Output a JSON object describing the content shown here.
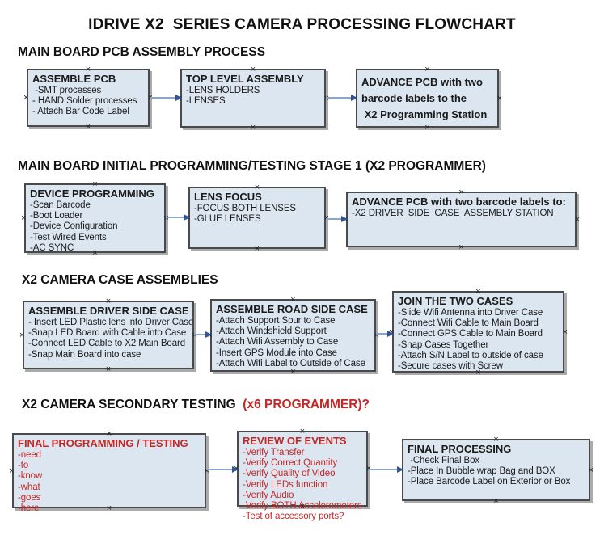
{
  "title": "IDRIVE X2  SERIES CAMERA PROCESSING FLOWCHART",
  "connector_mark": "×",
  "palette": {
    "box_fill": "#dce6f1",
    "box_border": "#4a4a4a",
    "box_shadow": "#ababab",
    "arrow_line": "#8ba6c9",
    "arrow_head": "#2f5597",
    "red_text": "#c62626",
    "text": "#111111"
  },
  "sections": [
    {
      "heading": "MAIN BOARD PCB ASSEMBLY PROCESS",
      "boxes": [
        {
          "title": "ASSEMBLE PCB",
          "lines": [
            " -SMT processes",
            "- HAND Solder processes",
            "- Attach Bar Code Label"
          ]
        },
        {
          "title": "TOP LEVEL ASSEMBLY",
          "lines": [
            "-LENS HOLDERS",
            "-LENSES"
          ]
        },
        {
          "title": "",
          "lines": [
            "ADVANCE PCB with two",
            "barcode labels to the",
            " X2 Programming Station"
          ]
        }
      ]
    },
    {
      "heading": "MAIN BOARD INITIAL PROGRAMMING/TESTING STAGE 1 (X2 PROGRAMMER)",
      "boxes": [
        {
          "title": "DEVICE PROGRAMMING",
          "lines": [
            "-Scan Barcode",
            "-Boot Loader",
            "-Device Configuration",
            "-Test Wired Events",
            "-AC SYNC"
          ]
        },
        {
          "title": "LENS FOCUS",
          "lines": [
            "-FOCUS BOTH LENSES",
            "-GLUE LENSES"
          ]
        },
        {
          "title": "ADVANCE PCB with two barcode labels to:",
          "lines": [
            "-X2 DRIVER  SIDE  CASE  ASSEMBLY STATION"
          ]
        }
      ]
    },
    {
      "heading": "X2 CAMERA CASE ASSEMBLIES",
      "boxes": [
        {
          "title": "ASSEMBLE DRIVER SIDE CASE",
          "lines": [
            "- Insert LED Plastic lens into Driver Case",
            "-Snap LED Board with Cable into Case",
            "-Connect LED Cable to X2 Main Board",
            "-Snap Main Board into case"
          ]
        },
        {
          "title": "ASSEMBLE ROAD SIDE CASE",
          "lines": [
            "-Attach Support Spur to Case",
            "-Attach Windshield Support",
            "-Attach Wifi Assembly to Case",
            "-Insert GPS Module into Case",
            "-Attach Wifi Label to Outside of Case"
          ]
        },
        {
          "title": "JOIN THE TWO CASES",
          "lines": [
            "-Slide Wifi Antenna into Driver Case",
            "-Connect Wifi Cable to Main Board",
            "-Connect GPS Cable to Main Board",
            "-Snap Cases Together",
            "-Attach S/N Label to outside of case",
            "-Secure cases with Screw"
          ]
        }
      ]
    },
    {
      "heading": "X2 CAMERA SECONDARY TESTING  ",
      "heading_red": "(x6 PROGRAMMER)?",
      "boxes": [
        {
          "title": "FINAL PROGRAMMING / TESTING",
          "lines": [
            "-need",
            "-to",
            "-know",
            "-what",
            "-goes",
            "-here"
          ]
        },
        {
          "title": "REVIEW OF EVENTS",
          "lines": [
            "-Verify Transfer",
            "-Verify Correct Quantity",
            "-Verify Quality of Video",
            "-Verify LEDs function",
            "-Verify Audio",
            "-Verify BOTH Accelerometers",
            "-Test of accessory ports?"
          ]
        },
        {
          "title": "FINAL PROCESSING",
          "lines": [
            " -Check Final Box",
            "-Place In Bubble wrap Bag and BOX",
            "-Place Barcode Label on Exterior or Box"
          ]
        }
      ]
    }
  ]
}
